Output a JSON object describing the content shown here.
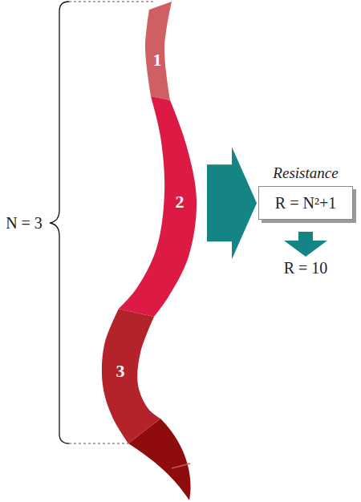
{
  "diagram": {
    "nodes": [
      {
        "text": [
          "1"
        ]
      },
      {
        "text": [
          "2"
        ]
      },
      {
        "text": [
          "3"
        ]
      },
      {
        "text": [
          "Resistance",
          "R = N²+1"
        ]
      }
    ],
    "edges": [
      {
        "from": 1,
        "to": 3,
        "arrow": "to"
      }
    ],
    "labels": [
      "N = 3",
      "R = 10"
    ]
  }
}
